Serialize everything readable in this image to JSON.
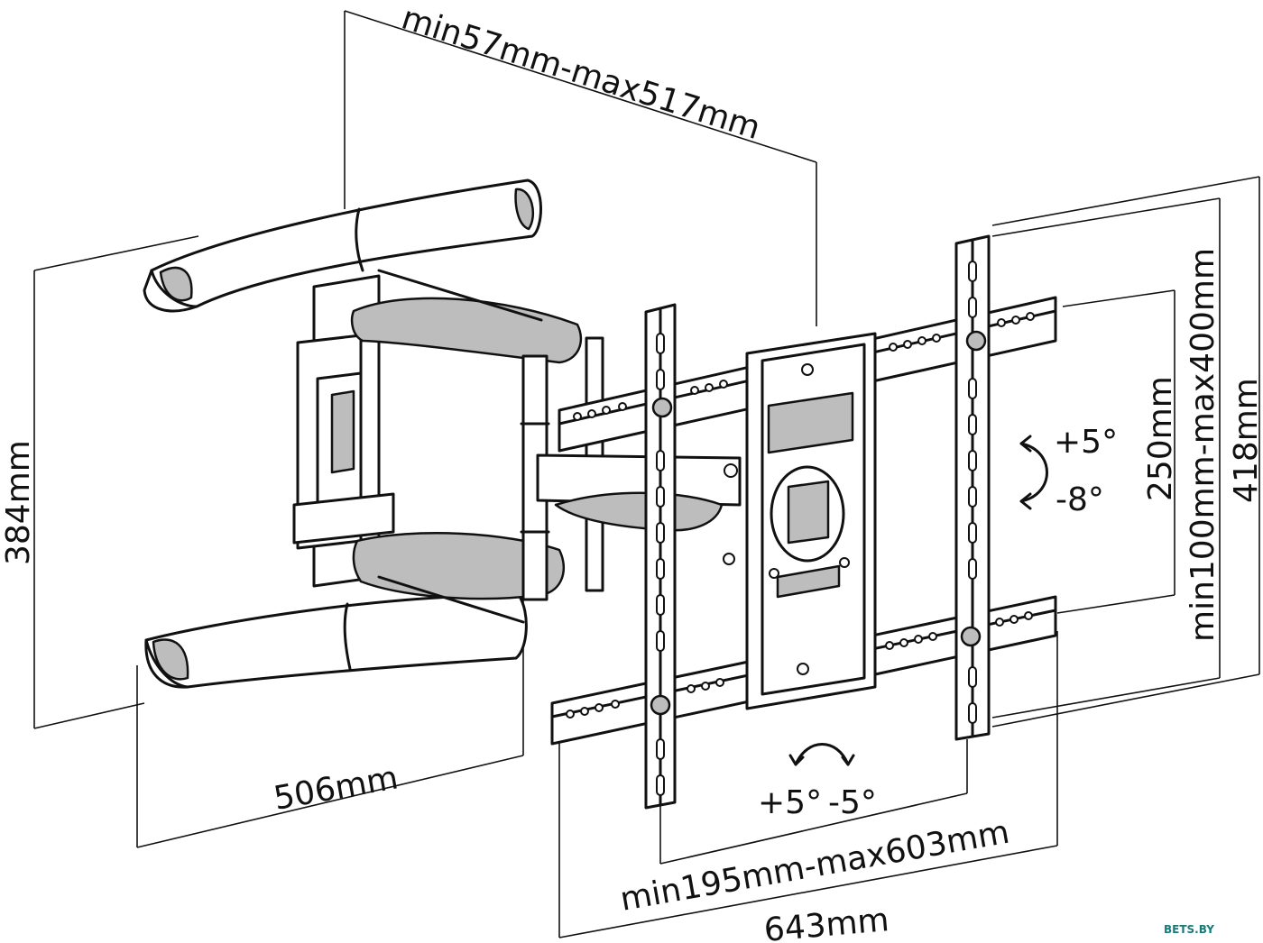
{
  "dimensions": {
    "depth": "min57mm-max517mm",
    "arm_height": "384mm",
    "arm_width": "506mm",
    "vesa_width": "min195mm-max603mm",
    "plate_width": "643mm",
    "vesa_height_inner": "250mm",
    "vesa_height": "min100mm-max400mm",
    "plate_height": "418mm"
  },
  "tilt": {
    "up": "+5°",
    "down": "-8°"
  },
  "swivel": {
    "left": "+5°",
    "right": "-5°"
  },
  "watermark": "BETS.BY"
}
